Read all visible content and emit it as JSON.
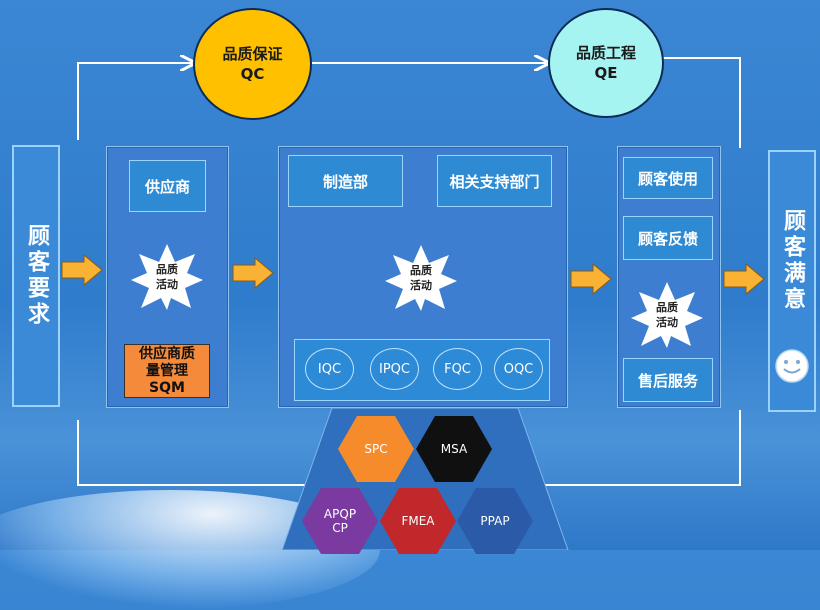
{
  "customer_requirements": "顾客要求",
  "customer_satisfaction": "顾客满意",
  "smiley_icon": "smiley-face-icon",
  "qc": {
    "line1": "品质保证",
    "line2": "QC",
    "color": "#ffc000"
  },
  "qe": {
    "line1": "品质工程",
    "line2": "QE",
    "color": "#a6f4f2"
  },
  "supplier": {
    "box": "供应商",
    "sqm_line1": "供应商质",
    "sqm_line2": "量管理",
    "sqm_line3": "SQM"
  },
  "activity": {
    "line1": "品质",
    "line2": "活动"
  },
  "manufacturing": {
    "dept": "制造部",
    "support": "相关支持部门",
    "stages": [
      "IQC",
      "IPQC",
      "FQC",
      "OQC"
    ]
  },
  "customer_side": {
    "use": "顾客使用",
    "feedback": "顾客反馈",
    "service": "售后服务"
  },
  "tools": {
    "spc": "SPC",
    "msa": "MSA",
    "apqp_line1": "APQP",
    "apqp_line2": "CP",
    "fmea": "FMEA",
    "ppap": "PPAP"
  }
}
